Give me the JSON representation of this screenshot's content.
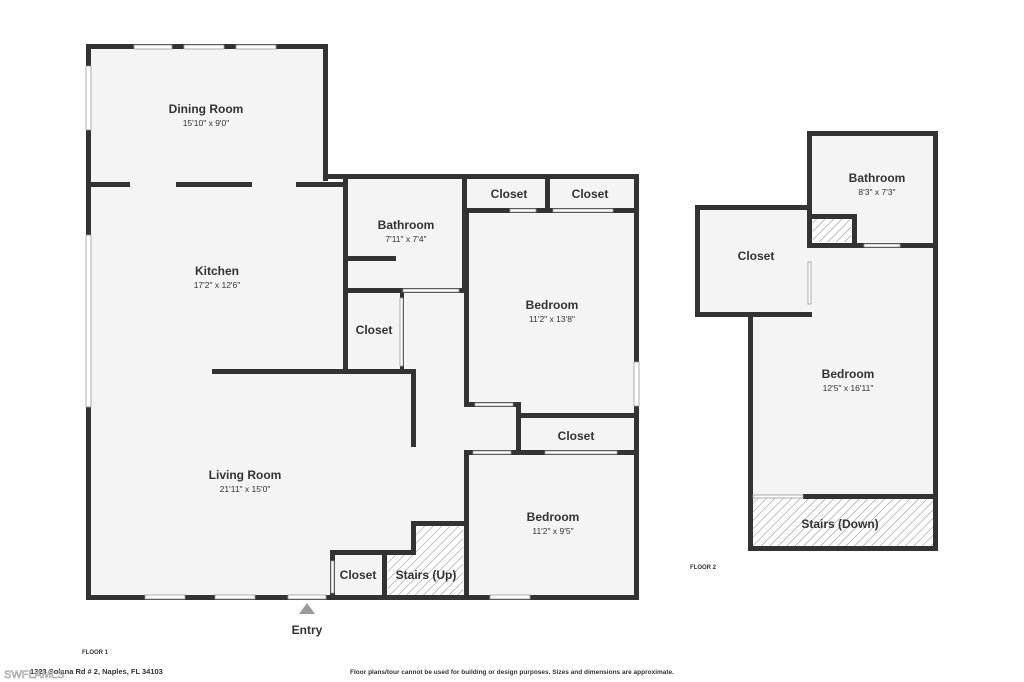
{
  "floor1": {
    "label": "FLOOR 1",
    "rooms": {
      "dining_room": {
        "name": "Dining Room",
        "dims": "15'10\" x 9'0\""
      },
      "kitchen": {
        "name": "Kitchen",
        "dims": "17'2\" x 12'6\""
      },
      "bathroom": {
        "name": "Bathroom",
        "dims": "7'11\" x 7'4\""
      },
      "closet_mid": {
        "name": "Closet"
      },
      "closet_top_a": {
        "name": "Closet"
      },
      "closet_top_b": {
        "name": "Closet"
      },
      "bedroom_upper": {
        "name": "Bedroom",
        "dims": "11'2\" x 13'8\""
      },
      "closet_right": {
        "name": "Closet"
      },
      "living_room": {
        "name": "Living Room",
        "dims": "21'11\" x 15'0\""
      },
      "bedroom_lower": {
        "name": "Bedroom",
        "dims": "11'2\" x 9'5\""
      },
      "closet_bottom": {
        "name": "Closet"
      },
      "stairs_up": {
        "name": "Stairs (Up)"
      }
    },
    "entry_label": "Entry"
  },
  "floor2": {
    "label": "FLOOR 2",
    "rooms": {
      "bathroom": {
        "name": "Bathroom",
        "dims": "8'3\" x 7'3\""
      },
      "closet": {
        "name": "Closet"
      },
      "bedroom": {
        "name": "Bedroom",
        "dims": "12'5\" x 16'11\""
      },
      "stairs_down": {
        "name": "Stairs (Down)"
      }
    }
  },
  "footer": {
    "address": "1323 Solana Rd # 2, Naples, FL 34103",
    "disclaimer": "Floor plans/tour cannot be used for building or design purposes. Sizes and dimensions are approximate.",
    "watermark": "SWFLAMLS"
  },
  "colors": {
    "wall": "#333333",
    "floor": "#f4f4f4",
    "window": "#ffffff",
    "hatch": "#9a9a9a"
  }
}
